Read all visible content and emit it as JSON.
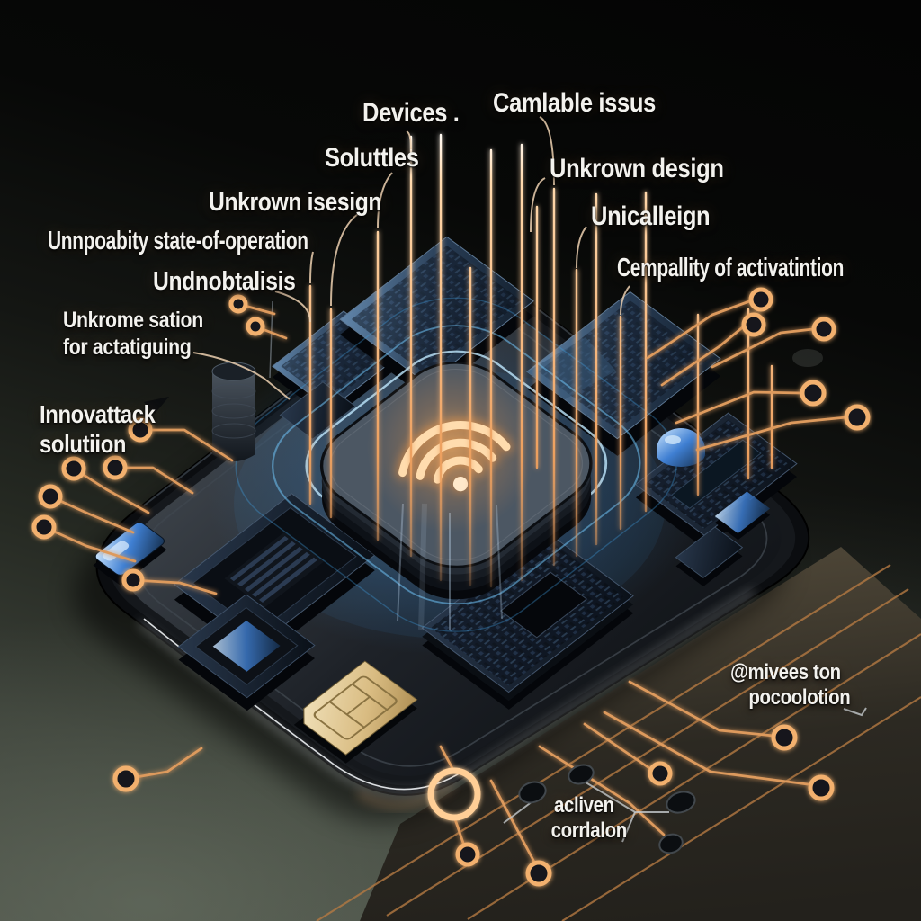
{
  "labels": {
    "devices": "Devices .",
    "camlable_issus": "Camlable issus",
    "soluttles": "Soluttles",
    "unkrown_isesign": "Unkrown isesign",
    "unnpoabity": "Unnpoabity state-of-operation",
    "undnobtalisis": "Undnobtalisis",
    "unkrome_sation": {
      "line1": "Unkrome sation",
      "line2": "for actatiguing"
    },
    "innovattack": {
      "line1": "Innovattack",
      "line2": "solutiion"
    },
    "unkrown_design": "Unkrown design",
    "unicalleign": "Unicalleign",
    "cempallity": "Cempallity of activatintion",
    "imivees": {
      "line1": "@mivees ton",
      "line2": "pocoolotion"
    },
    "acliven": {
      "line1": "acliven",
      "line2": "corrlalon"
    }
  },
  "icons": {
    "center_icon": "wifi-icon"
  },
  "colors": {
    "trace_orange": "#dd9a5d",
    "glow_orange": "#ff9e45",
    "wifi_glow": "#ffdcae",
    "hologram_blue": "#6fc3f5",
    "board_surface": "#23272c",
    "bezel_dark": "#0b0d10",
    "background_top": "#040404",
    "background_bottom": "#474c43",
    "sim_gold": "#d9bc82",
    "label_text": "#f3f2ee"
  }
}
